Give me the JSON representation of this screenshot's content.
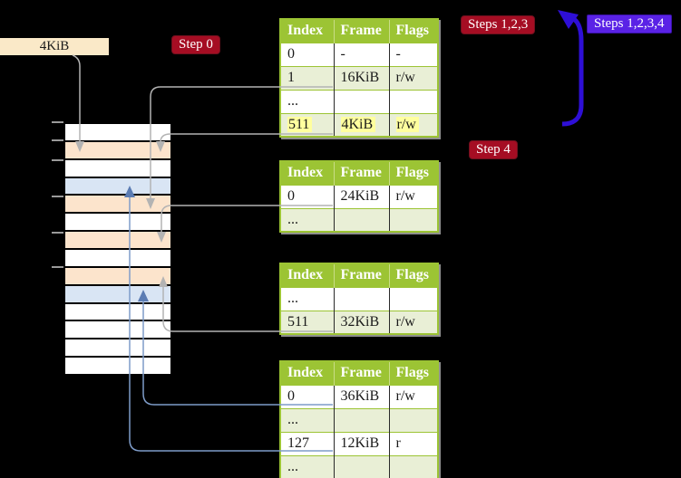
{
  "labels": {
    "frame_size": "4KiB",
    "step0": "Step 0",
    "steps123": "Steps 1,2,3",
    "steps1234": "Steps 1,2,3,4",
    "step4": "Step 4"
  },
  "colors": {
    "background": "#000000",
    "table_header_green": "#9cc434",
    "table_row_green": "#e9efd6",
    "badge_red": "#a50d23",
    "badge_violet": "#5a22e6",
    "frame_label_cream": "#fae9c8",
    "memory_cell_orange": "#fce4cc",
    "memory_cell_blue": "#d9e5f4",
    "highlight_yellow": "#ffff9e",
    "connector_gray": "#b3b3b3",
    "connector_blue": "#7e9cc9",
    "loop_arrow_blue": "#2e0fd6"
  },
  "tables": [
    {
      "name": "page-table-level-4",
      "columns": [
        "Index",
        "Frame",
        "Flags"
      ],
      "rows": [
        {
          "cells": [
            "0",
            "-",
            "-"
          ],
          "highlight": false
        },
        {
          "cells": [
            "1",
            "16KiB",
            "r/w"
          ],
          "highlight": false
        },
        {
          "cells": [
            "...",
            "",
            ""
          ],
          "highlight": false
        },
        {
          "cells": [
            "511",
            "4KiB",
            "r/w"
          ],
          "highlight": true
        }
      ]
    },
    {
      "name": "page-table-level-3",
      "columns": [
        "Index",
        "Frame",
        "Flags"
      ],
      "rows": [
        {
          "cells": [
            "0",
            "24KiB",
            "r/w"
          ],
          "highlight": false
        },
        {
          "cells": [
            "...",
            "",
            ""
          ],
          "highlight": false
        }
      ]
    },
    {
      "name": "page-table-level-2",
      "columns": [
        "Index",
        "Frame",
        "Flags"
      ],
      "rows": [
        {
          "cells": [
            "...",
            "",
            ""
          ],
          "highlight": false
        },
        {
          "cells": [
            "511",
            "32KiB",
            "r/w"
          ],
          "highlight": false
        }
      ]
    },
    {
      "name": "page-table-level-1",
      "columns": [
        "Index",
        "Frame",
        "Flags"
      ],
      "rows": [
        {
          "cells": [
            "0",
            "36KiB",
            "r/w"
          ],
          "highlight": false
        },
        {
          "cells": [
            "...",
            "",
            ""
          ],
          "highlight": false
        },
        {
          "cells": [
            "127",
            "12KiB",
            "r"
          ],
          "highlight": false
        },
        {
          "cells": [
            "...",
            "",
            ""
          ],
          "highlight": false
        }
      ]
    }
  ],
  "memory": {
    "rows": [
      "white",
      "orange",
      "white",
      "blue",
      "orange",
      "white",
      "orange",
      "white",
      "orange",
      "blue",
      "white",
      "white",
      "white",
      "white"
    ]
  }
}
